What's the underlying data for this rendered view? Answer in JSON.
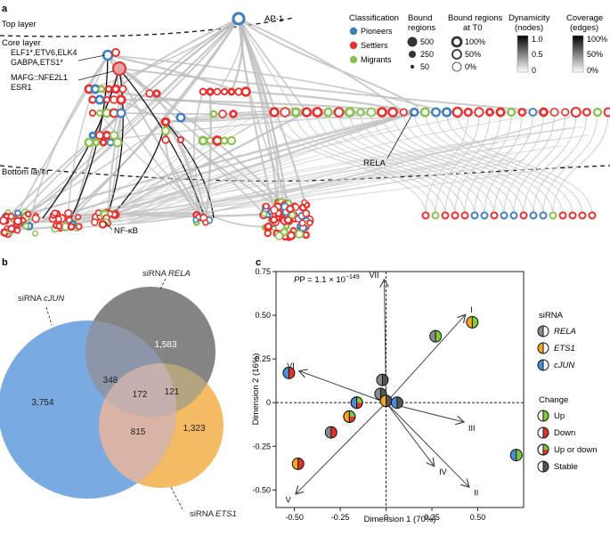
{
  "panel_labels": {
    "a": "a",
    "b": "b",
    "c": "c"
  },
  "network": {
    "layers": {
      "top": "Top layer",
      "core": "Core layer",
      "bottom": "Bottom layer"
    },
    "node_labels": {
      "ap1": "AP-1",
      "elf_line1": "ELF1*,ETV6,ELK4",
      "elf_line2": "GABPA,ETS1*",
      "mafg_line1": "MAFG::NFE2L1",
      "mafg_line2": "ESR1",
      "rela": "RELA",
      "nfkb": "NF-κB"
    },
    "legend": {
      "classification": {
        "title": "Classification",
        "items": [
          {
            "label": "Pioneers",
            "color": "#3f7fbf"
          },
          {
            "label": "Settlers",
            "color": "#e8312f"
          },
          {
            "label": "Migrants",
            "color": "#8cc152"
          }
        ]
      },
      "bound_regions": {
        "title1": "Bound",
        "title2": "regions",
        "items": [
          "500",
          "250",
          "50"
        ]
      },
      "bound_t0": {
        "title1": "Bound regions",
        "title2": "at T0",
        "items": [
          "100%",
          "50%",
          "0%"
        ]
      },
      "dynamicity": {
        "title1": "Dynamicity",
        "title2": "(nodes)",
        "ticks": [
          "1.0",
          "0.5",
          "0"
        ]
      },
      "coverage": {
        "title1": "Coverage",
        "title2": "(edges)",
        "ticks": [
          "100%",
          "50%",
          "0%"
        ]
      }
    }
  },
  "venn": {
    "sets": [
      {
        "prefix": "siRNA ",
        "name": "RELA",
        "color": "#6e6e6e"
      },
      {
        "prefix": "siRNA ",
        "name": "cJUN",
        "color": "#6fa3e0"
      },
      {
        "prefix": "siRNA ",
        "name": "ETS1",
        "color": "#f2b14f"
      }
    ],
    "regions": {
      "rela_only": "1,583",
      "cjun_only": "3,754",
      "ets1_only": "1,323",
      "rela_cjun": "348",
      "rela_ets1": "121",
      "cjun_ets1": "815",
      "all": "172"
    }
  },
  "chart_data": {
    "type": "scatter",
    "xlabel": "Dimension 1 (70%)",
    "ylabel": "Dimension 2 (16%)",
    "xlim": [
      -0.6,
      0.75
    ],
    "ylim": [
      -0.6,
      0.75
    ],
    "xticks": [
      "-0.50",
      "-0.25",
      "0",
      "0.25",
      "0.50"
    ],
    "yticks": [
      "0.75",
      "0.50",
      "0.25",
      "0",
      "-0.25",
      "-0.50"
    ],
    "pvalue_prefix": "P = 1.1 × 10",
    "pvalue_exp": "−149",
    "colors": {
      "RELA": "#8a8a8a",
      "ETS1": "#f5a623",
      "cJUN": "#4a8fd6",
      "Up": "#7ccd35",
      "Down": "#e2342d",
      "Stable": "#555555"
    },
    "vectors": [
      {
        "label": "I",
        "x": 0.43,
        "y": 0.5
      },
      {
        "label": "II",
        "x": 0.45,
        "y": -0.48
      },
      {
        "label": "III",
        "x": 0.42,
        "y": -0.11
      },
      {
        "label": "IV",
        "x": 0.26,
        "y": -0.36
      },
      {
        "label": "V",
        "x": -0.49,
        "y": -0.52
      },
      {
        "label": "VI",
        "x": -0.47,
        "y": 0.18
      },
      {
        "label": "VII",
        "x": -0.01,
        "y": 0.7
      }
    ],
    "points": [
      {
        "x": 0.47,
        "y": 0.46,
        "siRNA": "ETS1",
        "change": "Up"
      },
      {
        "x": 0.27,
        "y": 0.38,
        "siRNA": "RELA",
        "change": "Up"
      },
      {
        "x": -0.53,
        "y": 0.17,
        "siRNA": "cJUN",
        "change": "Down"
      },
      {
        "x": 0.71,
        "y": -0.3,
        "siRNA": "cJUN",
        "change": "Up"
      },
      {
        "x": -0.02,
        "y": 0.13,
        "siRNA": "RELA",
        "change": "Stable"
      },
      {
        "x": -0.03,
        "y": 0.05,
        "siRNA": "RELA",
        "change": "Stable"
      },
      {
        "x": 0.0,
        "y": 0.01,
        "siRNA": "ETS1",
        "change": "Stable"
      },
      {
        "x": 0.06,
        "y": 0.0,
        "siRNA": "cJUN",
        "change": "Stable"
      },
      {
        "x": -0.16,
        "y": 0.0,
        "siRNA": "cJUN",
        "change": "Up or down"
      },
      {
        "x": -0.2,
        "y": -0.08,
        "siRNA": "ETS1",
        "change": "Up or down"
      },
      {
        "x": -0.3,
        "y": -0.17,
        "siRNA": "RELA",
        "change": "Down"
      },
      {
        "x": -0.48,
        "y": -0.35,
        "siRNA": "ETS1",
        "change": "Down"
      }
    ],
    "legend": {
      "sirna_title": "siRNA",
      "sirna": [
        "RELA",
        "ETS1",
        "cJUN"
      ],
      "change_title": "Change",
      "change": [
        "Up",
        "Down",
        "Up or down",
        "Stable"
      ]
    }
  }
}
